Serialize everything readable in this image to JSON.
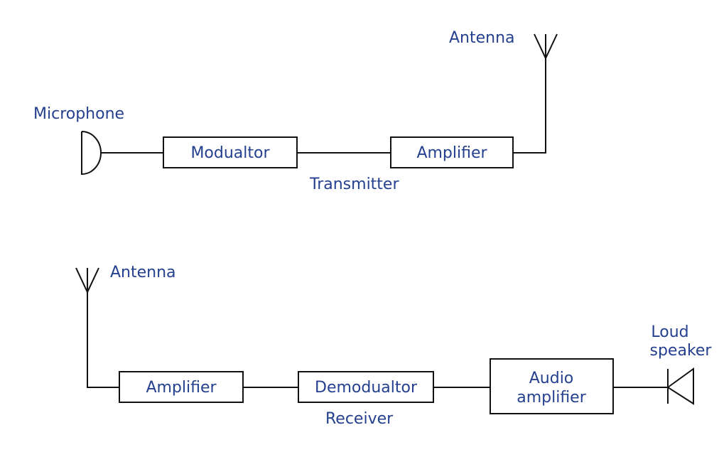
{
  "colors": {
    "label_text": "#24408e",
    "lines": "#111111",
    "background": "#ffffff"
  },
  "transmitter": {
    "microphone_label": "Microphone",
    "modulator_label": "Modualtor",
    "amplifier_label": "Amplifier",
    "antenna_label": "Antenna",
    "section_label": "Transmitter"
  },
  "receiver": {
    "antenna_label": "Antenna",
    "amplifier_label": "Amplifier",
    "demodulator_label": "Demodualtor",
    "audio_amplifier_label_line1": "Audio",
    "audio_amplifier_label_line2": "amplifier",
    "loudspeaker_label_line1": "Loud",
    "loudspeaker_label_line2": "speaker",
    "section_label": "Receiver"
  }
}
